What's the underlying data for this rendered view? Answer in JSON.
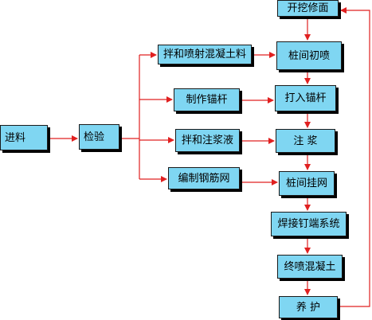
{
  "colors": {
    "box_fill": "#7fd6f2",
    "arrow": "#e02020"
  },
  "nodes": {
    "jinliao": "进料",
    "jianyan": "检验",
    "banhe_penshe": "拌和喷射混凝土料",
    "zhizuo_maogan": "制作锚杆",
    "banhe_zhujiangye": "拌和注浆液",
    "bianzhi_gangjinwang": "编制钢筋网",
    "kaiwa_xiumian": "开挖修面",
    "zhuangjian_chupen": "桩间初喷",
    "daru_maogan": "打入锚杆",
    "zhujiang": "注 浆",
    "zhuangjian_guawang": "桩间挂网",
    "hanjie_dingduan": "焊接钉端系统",
    "zhongpen_hunningtu": "终喷混凝土",
    "yanghu": "养 护"
  }
}
